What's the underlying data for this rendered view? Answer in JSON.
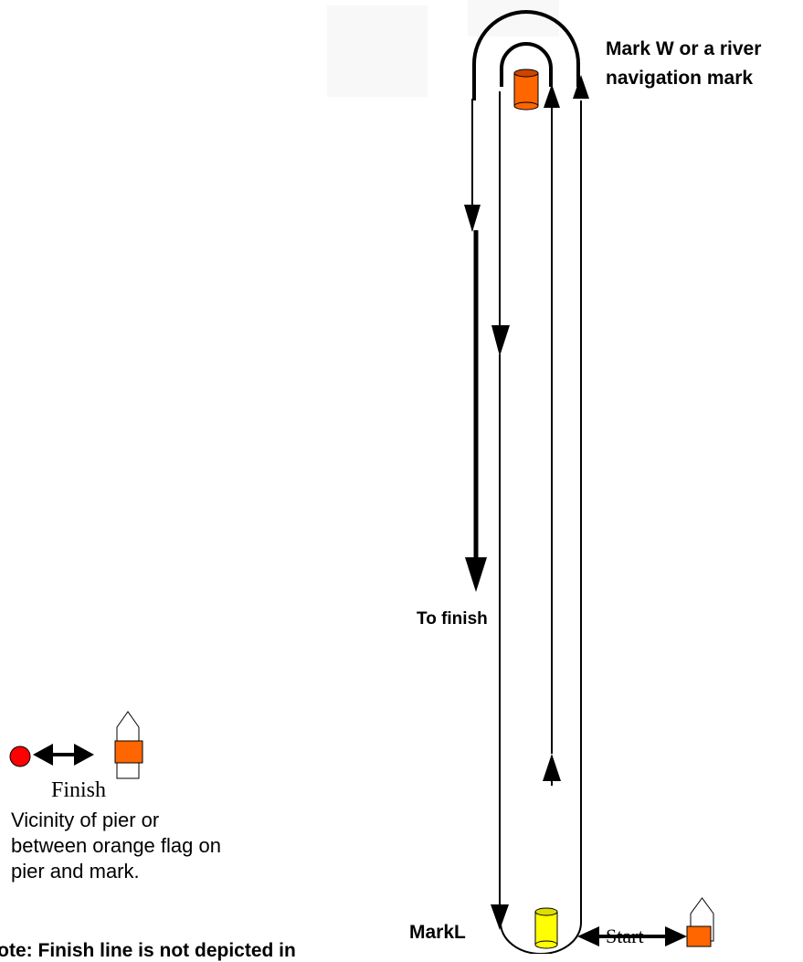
{
  "labels": {
    "mark_w_line1": "Mark W or a river",
    "mark_w_line2": "navigation mark",
    "to_finish": "To finish",
    "mark_l": "MarkL",
    "start": "Start",
    "finish": "Finish",
    "finish_desc_line1": "Vicinity of pier or",
    "finish_desc_line2": "between orange flag on",
    "finish_desc_line3": "pier and mark.",
    "note": "Note: Finish line is not depicted in"
  },
  "colors": {
    "mark_w": "#ff6600",
    "mark_l": "#ffff00",
    "finish_dot": "#ff0000",
    "flag": "#ff6600",
    "line": "#000000"
  },
  "icons": {
    "mark_w": "orange-buoy-icon",
    "mark_l": "yellow-buoy-icon",
    "finish_dot": "red-dot-icon",
    "committee_boat": "boat-flag-icon"
  }
}
